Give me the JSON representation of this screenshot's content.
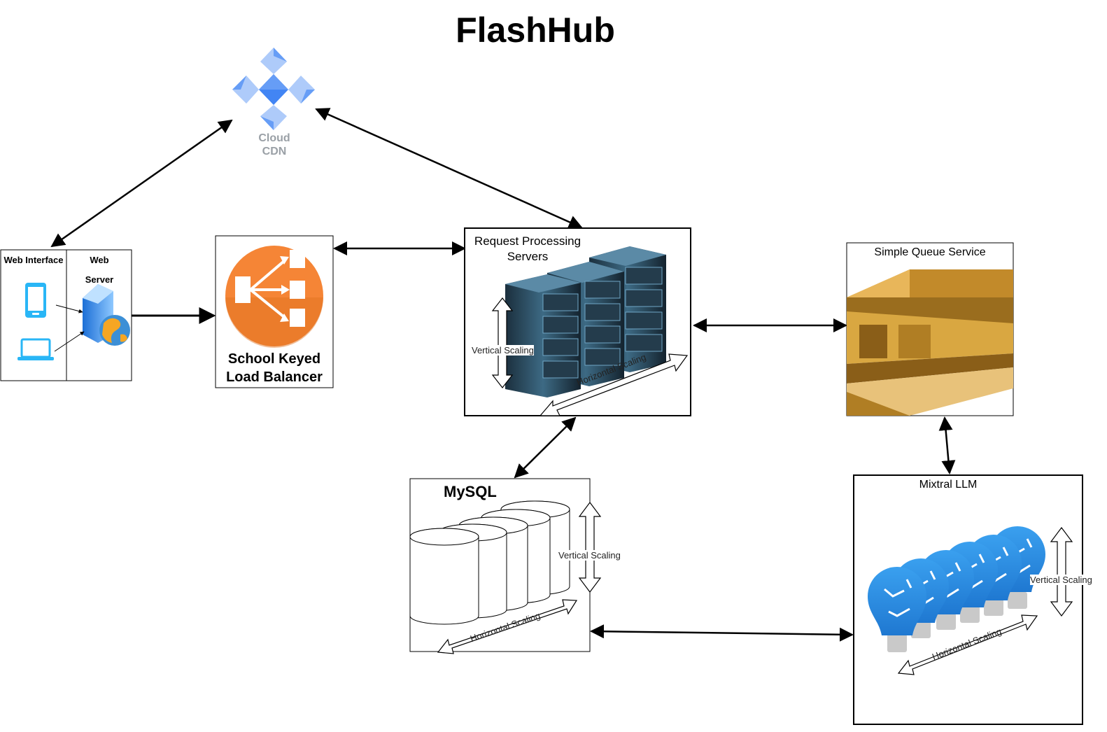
{
  "title": "FlashHub",
  "cdn": {
    "label": "Cloud CDN",
    "icon": "google-cloud-cdn-icon",
    "colors": {
      "light": "#aecbfa",
      "mid": "#669df6",
      "dark": "#4285f4"
    }
  },
  "client": {
    "web_interface_label": "Web Interface",
    "web_server_label": "Web Server",
    "icons": [
      "phone-icon",
      "laptop-icon",
      "server-globe-icon"
    ]
  },
  "load_balancer": {
    "label": "School Keyed Load Balancer",
    "icon": "load-balancer-icon",
    "color": "#f58536"
  },
  "request_servers": {
    "label": "Request Processing Servers",
    "vertical_label": "Vertical Scaling",
    "horizontal_label": "Horizontal Scaling",
    "icon": "server-rack-icon"
  },
  "queue": {
    "label": "Simple Queue Service",
    "icon": "aws-sqs-icon",
    "color": "#d9a741"
  },
  "database": {
    "label": "MySQL",
    "vertical_label": "Vertical Scaling",
    "horizontal_label": "Horizontal Scaling",
    "icon": "database-cylinder-icon"
  },
  "llm": {
    "label": "Mixtral LLM",
    "vertical_label": "Vertical Scaling",
    "horizontal_label": "Horizontal Scaling",
    "icon": "ai-lightbulb-icon",
    "color": "#2e8de0"
  }
}
